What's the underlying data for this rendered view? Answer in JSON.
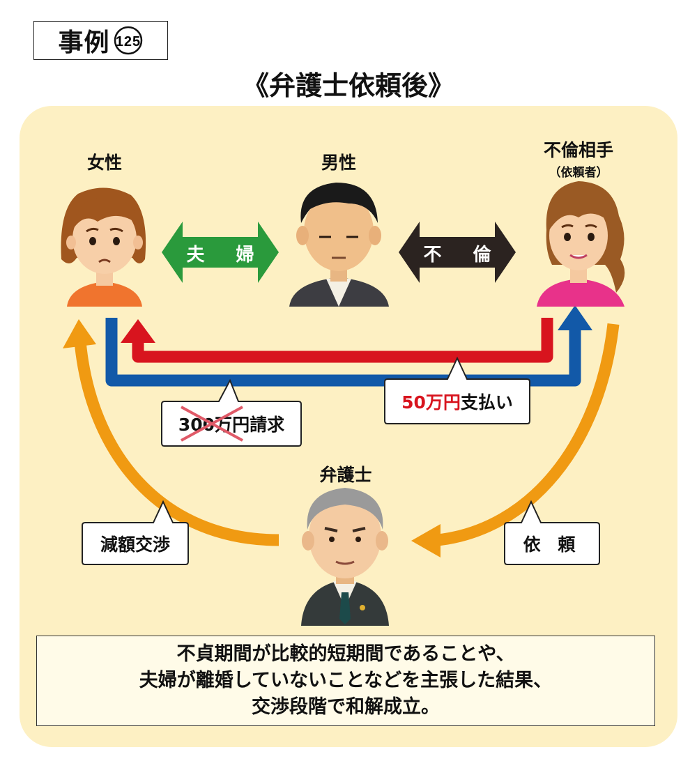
{
  "case_label": "事例⑫⑤",
  "case_label_display": "事例",
  "case_number": "125",
  "title": "《弁護士依頼後》",
  "people": {
    "woman": "女性",
    "man": "男性",
    "affair_partner": "不倫相手",
    "affair_partner_note": "（依頼者）",
    "lawyer": "弁護士"
  },
  "relations": {
    "married": "夫 婦",
    "affair": "不 倫"
  },
  "callouts": {
    "claim_amount": "300万円",
    "claim_suffix": "請求",
    "payment_amount": "50万円",
    "payment_suffix": "支払い",
    "negotiation": "減額交渉",
    "request": "依 頼"
  },
  "result_lines": [
    "不貞期間が比較的短期間であることや、",
    "夫婦が離婚していないことなどを主張した結果、",
    "交渉段階で和解成立。"
  ],
  "colors": {
    "panel": "#fdf0c3",
    "green_arrow": "#2a9a3c",
    "black_arrow": "#2b2320",
    "red_arrow": "#d8141e",
    "blue_arrow": "#1259a8",
    "orange_arrow": "#f09a12",
    "red_text": "#d8141e"
  }
}
